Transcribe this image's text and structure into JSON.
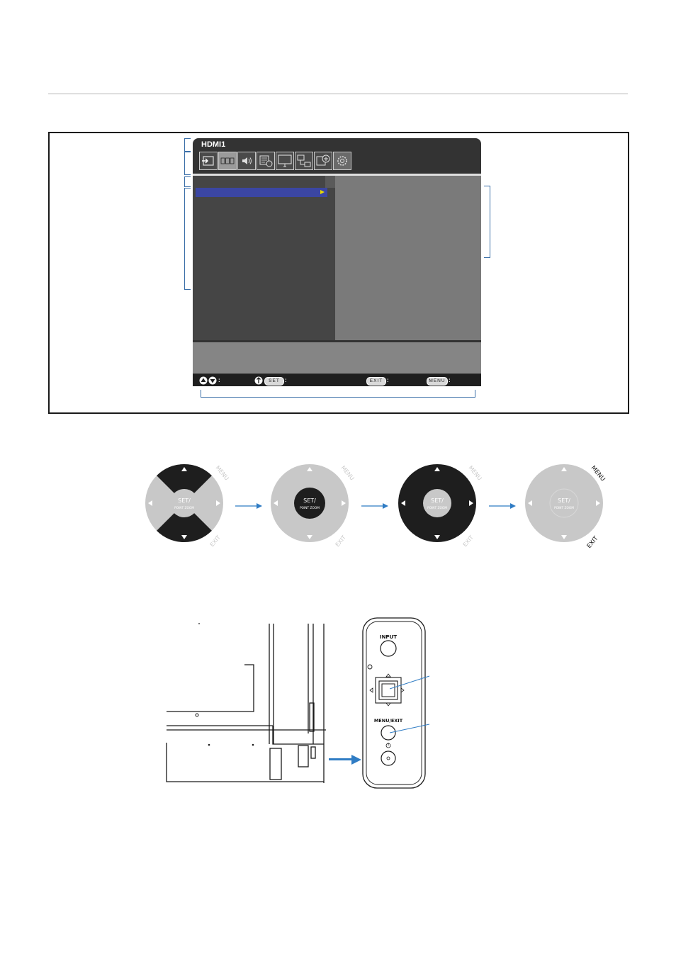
{
  "osd": {
    "source_title": "HDMI1",
    "tabs": [
      {
        "name": "input-tab",
        "icon": "input-icon"
      },
      {
        "name": "picture-tab",
        "icon": "rgb-icon"
      },
      {
        "name": "audio-tab",
        "icon": "speaker-icon"
      },
      {
        "name": "schedule-tab",
        "icon": "schedule-icon"
      },
      {
        "name": "pip-tab",
        "icon": "monitor-icon"
      },
      {
        "name": "network-tab",
        "icon": "network-icon"
      },
      {
        "name": "protect-tab",
        "icon": "shield-plus-icon"
      },
      {
        "name": "system-tab",
        "icon": "gear-icon"
      }
    ],
    "guide": {
      "set_label": "SET",
      "exit_label": "EXIT",
      "menu_label": "MENU"
    }
  },
  "remote_steps": [
    {
      "set_label": "SET/",
      "zoom_label": "POINT ZOOM",
      "menu_label": "MENU",
      "exit_label": "EXIT"
    },
    {
      "set_label": "SET/",
      "zoom_label": "POINT ZOOM",
      "menu_label": "MENU",
      "exit_label": "EXIT"
    },
    {
      "set_label": "SET/",
      "zoom_label": "POINT ZOOM",
      "menu_label": "MENU",
      "exit_label": "EXIT"
    },
    {
      "set_label": "SET/",
      "zoom_label": "POINT ZOOM",
      "menu_label": "MENU",
      "exit_label": "EXIT"
    }
  ],
  "side_panel": {
    "input_label": "INPUT",
    "menu_exit_label": "MENU/EXIT"
  },
  "colors": {
    "accent_blue": "#2f7cc4",
    "highlight": "#3b46a3",
    "selector_arrow": "#e8d900"
  }
}
